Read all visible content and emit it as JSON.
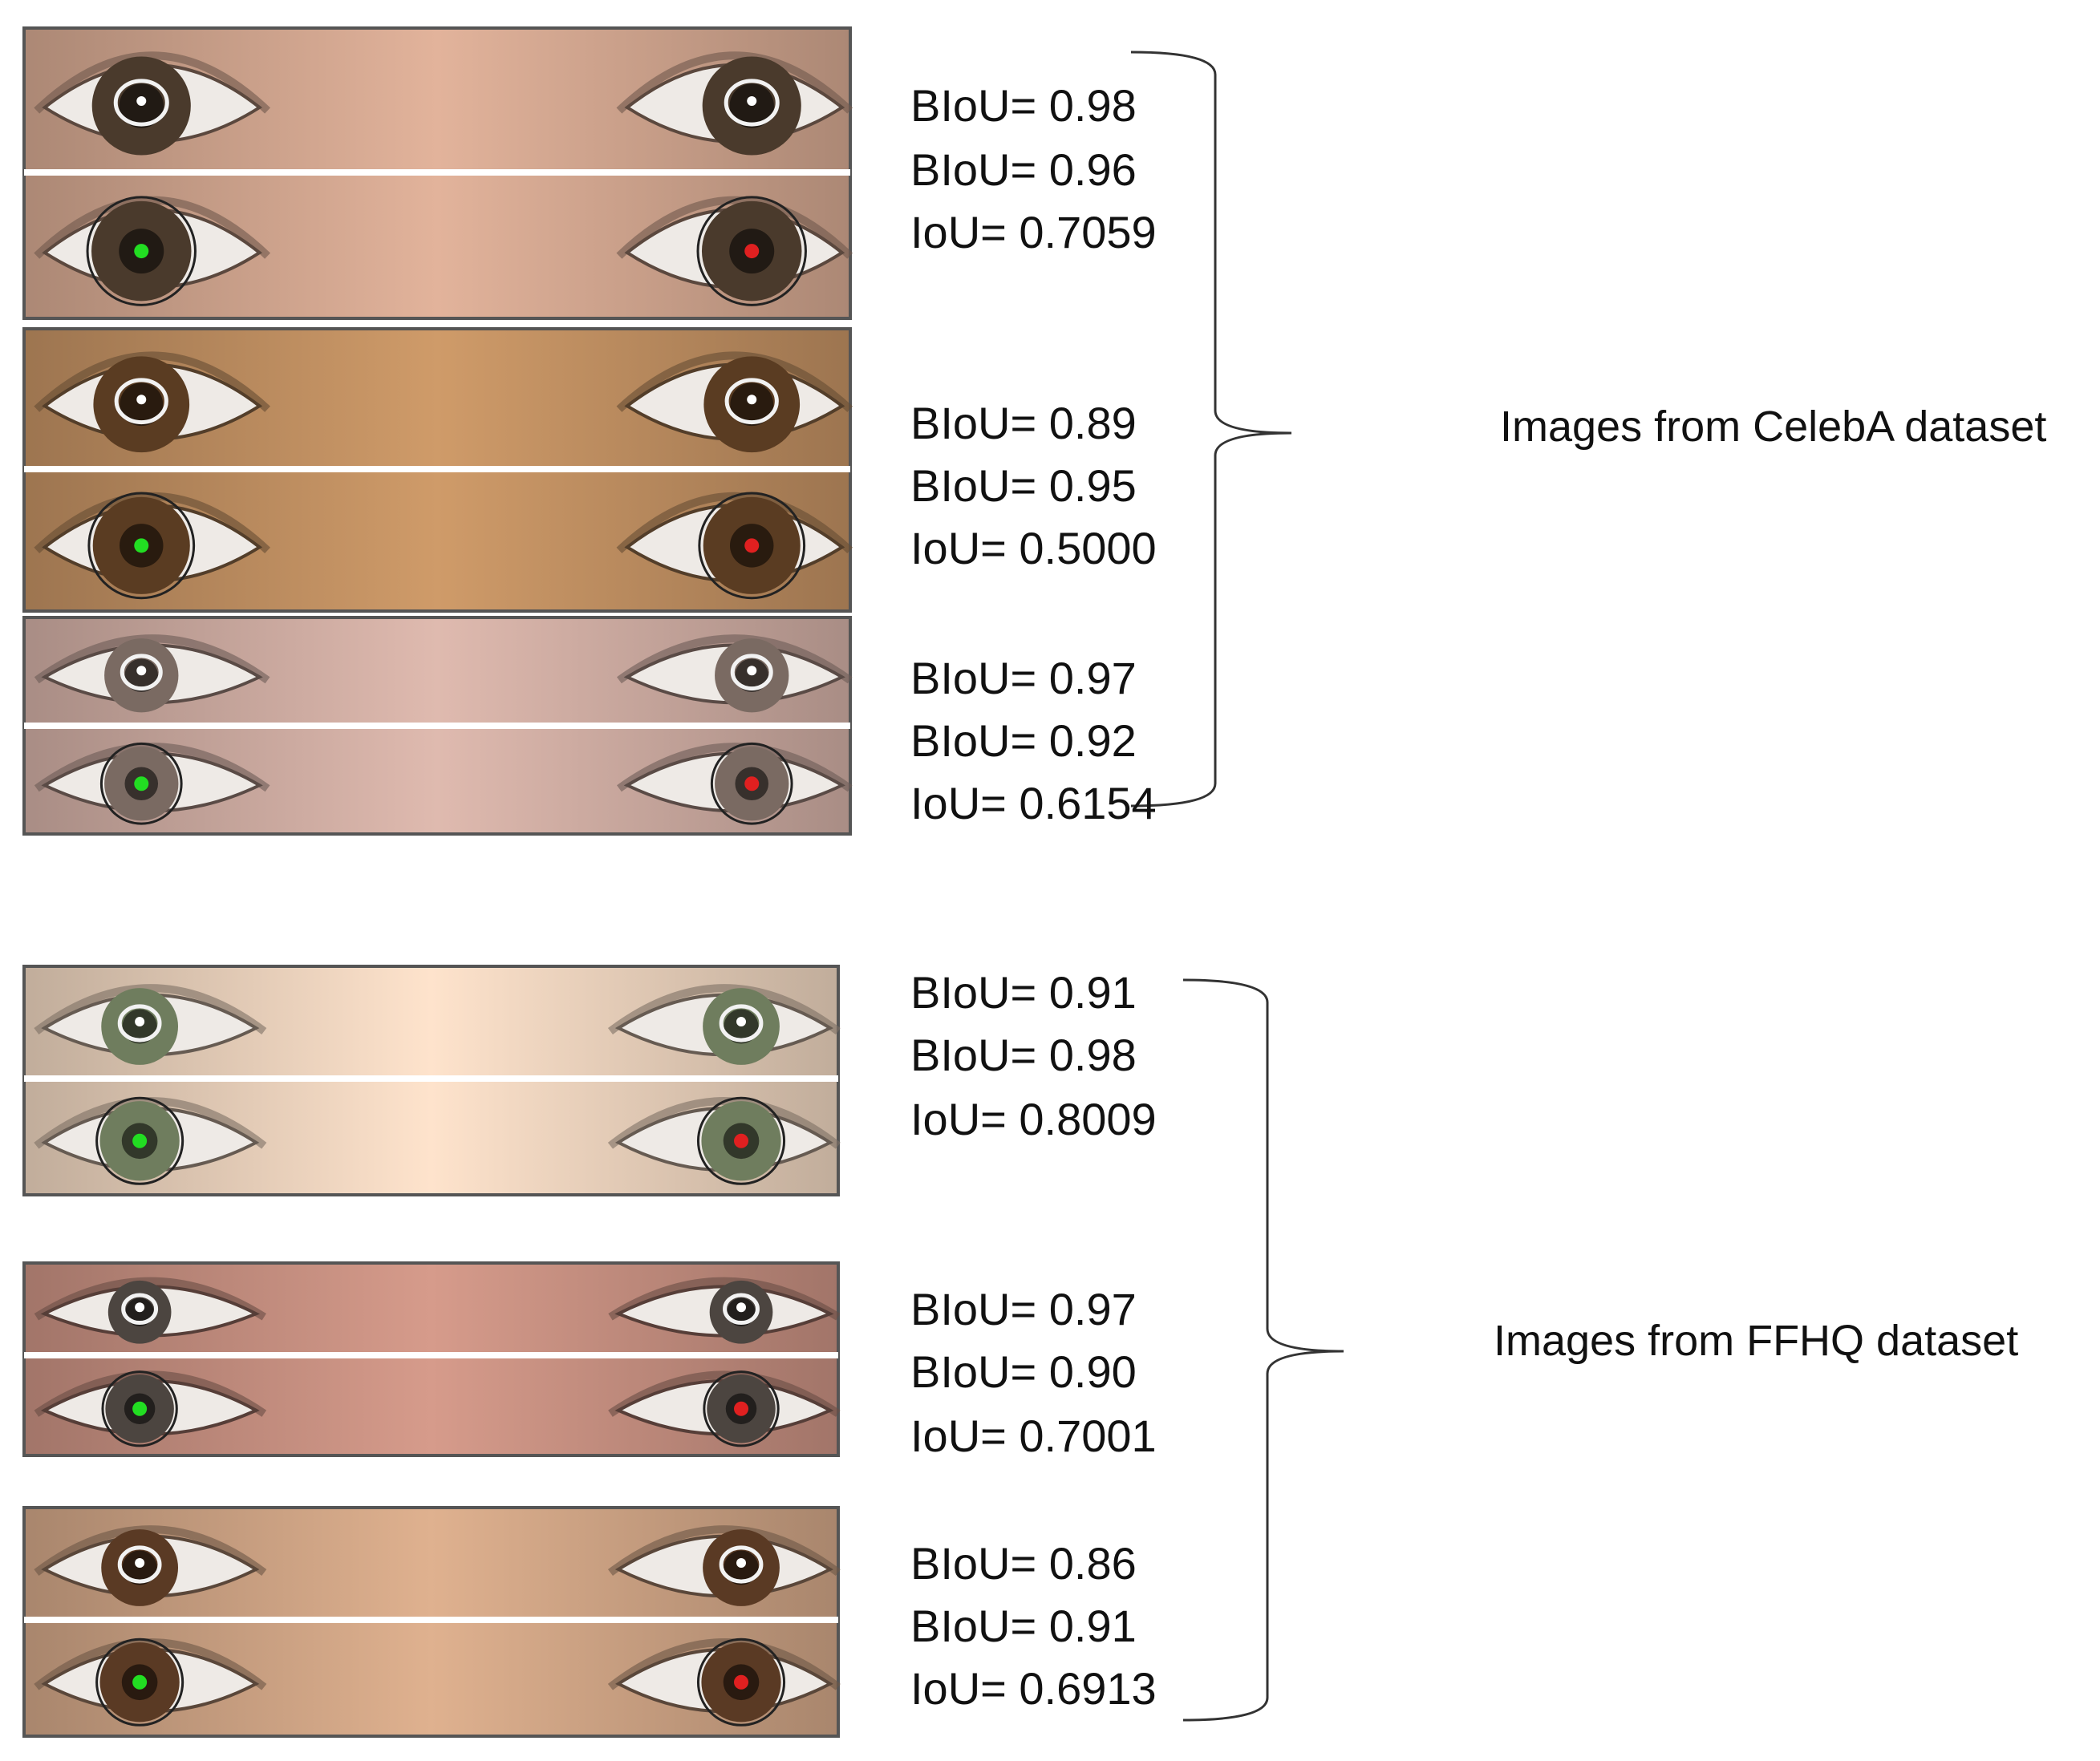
{
  "figure": {
    "groups": [
      {
        "label": "Images from CelebA dataset",
        "samples": [
          {
            "metrics": [
              "BIoU= 0.98",
              "BIoU= 0.96",
              "IoU= 0.7059"
            ],
            "skin": "#caa08a",
            "iris": "#4a3a2c",
            "top_marker": "#f2f2f2",
            "left_dot": "#22dd22",
            "right_dot": "#e02020"
          },
          {
            "metrics": [
              "BIoU= 0.89",
              "BIoU= 0.95",
              "IoU= 0.5000"
            ],
            "skin": "#b98a5e",
            "iris": "#5a3c22",
            "top_marker": "#f2f2f2",
            "left_dot": "#22dd22",
            "right_dot": "#e02020"
          },
          {
            "metrics": [
              "BIoU= 0.97",
              "BIoU= 0.92",
              "IoU= 0.6154"
            ],
            "skin": "#c7a69c",
            "iris": "#7a6a62",
            "top_marker": "#f2f2f2",
            "left_dot": "#22dd22",
            "right_dot": "#e02020"
          }
        ]
      },
      {
        "label": "Images from FFHQ dataset",
        "samples": [
          {
            "metrics": [
              "BIoU= 0.91",
              "BIoU= 0.98",
              "IoU= 0.8009"
            ],
            "skin": "#e3cbb6",
            "iris": "#6f7d5e",
            "top_marker": "#f2f2f2",
            "left_dot": "#22dd22",
            "right_dot": "#e02020"
          },
          {
            "metrics": [
              "BIoU= 0.97",
              "BIoU= 0.90",
              "IoU= 0.7001"
            ],
            "skin": "#bf8a7c",
            "iris": "#4c4540",
            "top_marker": "#f2f2f2",
            "left_dot": "#22dd22",
            "right_dot": "#e02020"
          },
          {
            "metrics": [
              "BIoU= 0.86",
              "BIoU= 0.91",
              "IoU= 0.6913"
            ],
            "skin": "#c79e80",
            "iris": "#5a3a24",
            "top_marker": "#f2f2f2",
            "left_dot": "#22dd22",
            "right_dot": "#e02020"
          }
        ]
      }
    ]
  }
}
